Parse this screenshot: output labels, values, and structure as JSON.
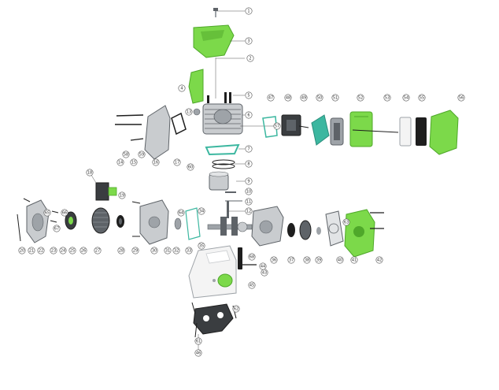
{
  "title": "",
  "colors": {
    "accent_green": "#7CD94A",
    "accent_green_dark": "#4FA82A",
    "accent_teal": "#3CB7A0",
    "metal_light": "#C9CCCF",
    "metal_mid": "#9EA3A8",
    "metal_dark": "#5E6368",
    "plastic_white": "#F4F4F4",
    "rubber_black": "#1E1E1E",
    "callout_stroke": "#4A4A4A"
  },
  "callouts": [
    "1",
    "3",
    "2",
    "4",
    "5",
    "6",
    "7",
    "8",
    "9",
    "10",
    "11",
    "12",
    "13",
    "14",
    "15",
    "16",
    "17",
    "18",
    "19",
    "20",
    "21",
    "22",
    "23",
    "24",
    "25",
    "26",
    "27",
    "28",
    "29",
    "30",
    "31",
    "32",
    "33",
    "34",
    "35",
    "36",
    "37",
    "38",
    "39",
    "40",
    "41",
    "42",
    "43",
    "44",
    "45",
    "46",
    "47",
    "48",
    "49",
    "50",
    "51",
    "52",
    "53",
    "54",
    "55",
    "56",
    "57",
    "58",
    "59",
    "60",
    "61",
    "62",
    "63",
    "64",
    "65",
    "66",
    "67",
    "68"
  ]
}
